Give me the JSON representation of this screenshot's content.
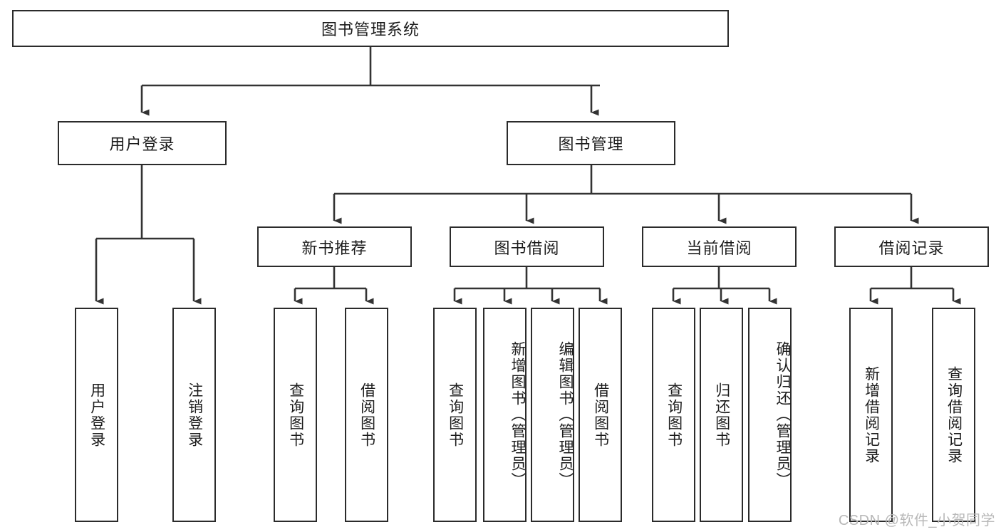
{
  "diagram": {
    "title": "图书管理系统",
    "type": "tree-hierarchy-diagram",
    "colors": {
      "box_border": "#2b2b2b",
      "box_fill": "#ffffff",
      "connector": "#333333",
      "text": "#1c1c1c",
      "watermark": "#b8b8b8"
    },
    "root": {
      "label": "图书管理系统"
    },
    "level2": [
      {
        "label": "用户登录"
      },
      {
        "label": "图书管理"
      }
    ],
    "level3": [
      {
        "label": "新书推荐"
      },
      {
        "label": "图书借阅"
      },
      {
        "label": "当前借阅"
      },
      {
        "label": "借阅记录"
      }
    ],
    "leaves": {
      "user_login": [
        {
          "label": "用户登录"
        },
        {
          "label": "注销登录"
        }
      ],
      "new_book_recommend": [
        {
          "label": "查询图书"
        },
        {
          "label": "借阅图书"
        }
      ],
      "book_borrow": [
        {
          "label": "查询图书"
        },
        {
          "label": "新增图书（管理员）"
        },
        {
          "label": "编辑图书（管理员）"
        },
        {
          "label": "借阅图书"
        }
      ],
      "current_borrow": [
        {
          "label": "查询图书"
        },
        {
          "label": "归还图书"
        },
        {
          "label": "确认归还（管理员）"
        }
      ],
      "borrow_record": [
        {
          "label": "新增借阅记录"
        },
        {
          "label": "查询借阅记录"
        }
      ]
    }
  },
  "watermark": {
    "text": "CSDN @软件_小贺同学"
  }
}
